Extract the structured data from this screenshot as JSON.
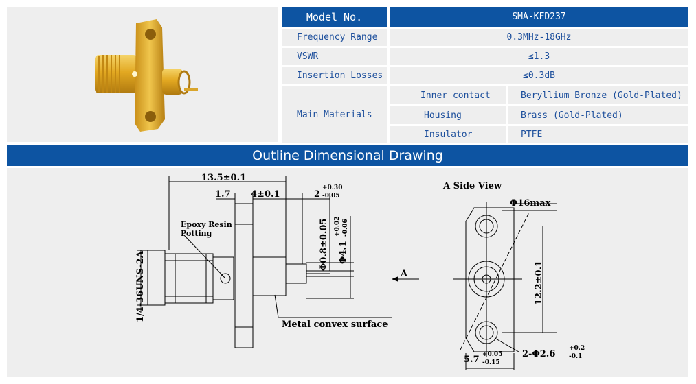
{
  "spec_table": {
    "model_label": "Model No.",
    "model_value": "SMA-KFD237",
    "rows": [
      {
        "label": "Frequency Range",
        "value": "0.3MHz-18GHz"
      },
      {
        "label": "VSWR",
        "value": "≤1.3"
      },
      {
        "label": "Insertion Losses",
        "value": "≤0.3dB"
      }
    ],
    "materials_label": "Main Materials",
    "materials": [
      {
        "part": "Inner contact",
        "material": "Beryllium Bronze (Gold-Plated)"
      },
      {
        "part": "Housing",
        "material": "Brass (Gold-Plated)"
      },
      {
        "part": "Insulator",
        "material": "PTFE"
      }
    ]
  },
  "section_title": "Outline Dimensional Drawing",
  "drawing": {
    "dim_overall": "13.5±0.1",
    "dim_flange": "1.7",
    "dim_body": "4±0.1",
    "dim_pin_len": "2",
    "dim_pin_len_tol_upper": "+0.30",
    "dim_pin_len_tol_lower": "-0.05",
    "label_epoxy": "Epoxy Resin",
    "label_potting": "Potting",
    "dim_pin_dia": "Φ0.8±0.05",
    "dim_insulator_dia": "Φ4.1",
    "dim_insulator_tol_upper": "+0.02",
    "dim_insulator_tol_lower": "-0.06",
    "thread": "1/4-36UNS-2A",
    "label_metal_convex": "Metal convex surface",
    "arrow_label": "A",
    "side_view_title": "A  Side View",
    "dim_max_dia": "Φ16max",
    "dim_hole_spacing": "12.2±0.1",
    "dim_holes": "2-Φ2.6",
    "dim_holes_tol_upper": "+0.2",
    "dim_holes_tol_lower": "-0.1",
    "dim_width": "5.7",
    "dim_width_tol_upper": "+0.05",
    "dim_width_tol_lower": "-0.15"
  },
  "colors": {
    "header_blue": "#0d54a2",
    "label_blue": "#1d4f9c",
    "cell_grey": "#eeeeee",
    "gold": "#e0a621"
  }
}
